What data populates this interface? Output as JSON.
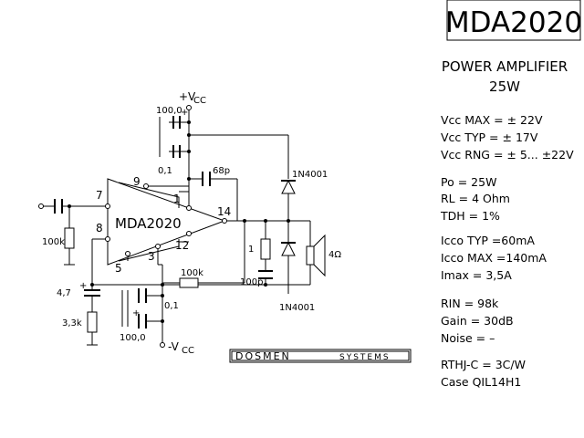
{
  "header": {
    "part_number": "MDA2020",
    "subtitle_line1": "POWER AMPLIFIER",
    "subtitle_line2": "25W"
  },
  "specs": {
    "group1": [
      "Vcc MAX = ± 22V",
      "Vcc TYP = ± 17V",
      "Vcc RNG = ± 5... ±22V"
    ],
    "group2": [
      "Po  = 25W",
      "RL  = 4 Ohm",
      "TDH = 1%"
    ],
    "group3": [
      "Icco TYP =60mA",
      "Icco MAX =140mA",
      "Imax  =   3,5A"
    ],
    "group4": [
      "RIN   = 98k",
      "Gain  = 30dB",
      "Noise =   –"
    ],
    "group5": [
      "RTHJ-C = 3C/W",
      "Case QIL14H1"
    ]
  },
  "schematic": {
    "chip_label": "MDA2020",
    "vcc_pos": "+V",
    "vcc_pos_sub": "CC",
    "vcc_neg": "-V",
    "vcc_neg_sub": "CC",
    "pins": {
      "p1": "1",
      "p3": "3",
      "p5": "5",
      "p7": "7",
      "p8": "8",
      "p9": "9",
      "p12": "12",
      "p14": "14"
    },
    "components": {
      "c_top_elec": "100,0",
      "c_top": "0,1",
      "c_feedback": "68p",
      "r_input": "100k",
      "c_bias": "4,7",
      "r_bias": "3,3k",
      "r_feedback": "100k",
      "c_bottom": "0,1",
      "c_bottom_elec": "100,0",
      "r_zobel": "1",
      "c_zobel": "100p",
      "diode_top": "1N4001",
      "diode_bottom": "1N4001",
      "speaker": "4Ω"
    }
  },
  "brand": {
    "name": "DOSMEN",
    "suffix": "SYSTEMS"
  }
}
